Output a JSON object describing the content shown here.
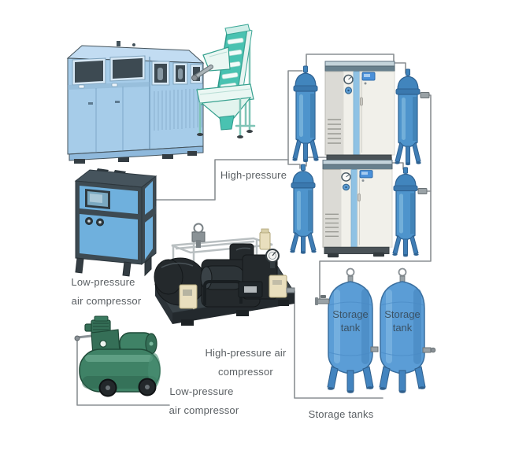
{
  "diagram": {
    "labels": {
      "high_pressure": "High-pressure",
      "low_pressure_cabinet": [
        "Low-pressure",
        "air compressor"
      ],
      "high_pressure_compressor": [
        "High-pressure air",
        "compressor"
      ],
      "low_pressure_piston": [
        "Low-pressure",
        "air compressor"
      ],
      "storage_tanks": "Storage tanks",
      "storage_tank": [
        "Storage",
        "tank"
      ]
    }
  },
  "colors": {
    "background": "#ffffff",
    "machine_blue": "#a6cce9",
    "machine_blue_light": "#c2dcf2",
    "machine_blue_dark": "#8fb9dc",
    "window_dark": "#3d4a52",
    "conveyor_teal": "#49c2b1",
    "cabinet_white": "#f1f0ea",
    "cabinet_gray": "#dbdad5",
    "cabinet_strip_blue": "#8fc2e4",
    "lid_gray": "#68808d",
    "vessel_blue": "#4e94cc",
    "tank_blue": "#5b9dd6",
    "frame_slate": "#3d4a52",
    "panel_blue": "#6fb0dd",
    "screen_blue": "#7aa8c0",
    "dark_machine": "#24292c",
    "machine_frame_gray": "#b9bfc1",
    "beige": "#e9dfbe",
    "green": "#3f8266",
    "pipe_line": "#8a8f93",
    "label_text": "#5a5f63",
    "tank_text": "#33424d"
  }
}
